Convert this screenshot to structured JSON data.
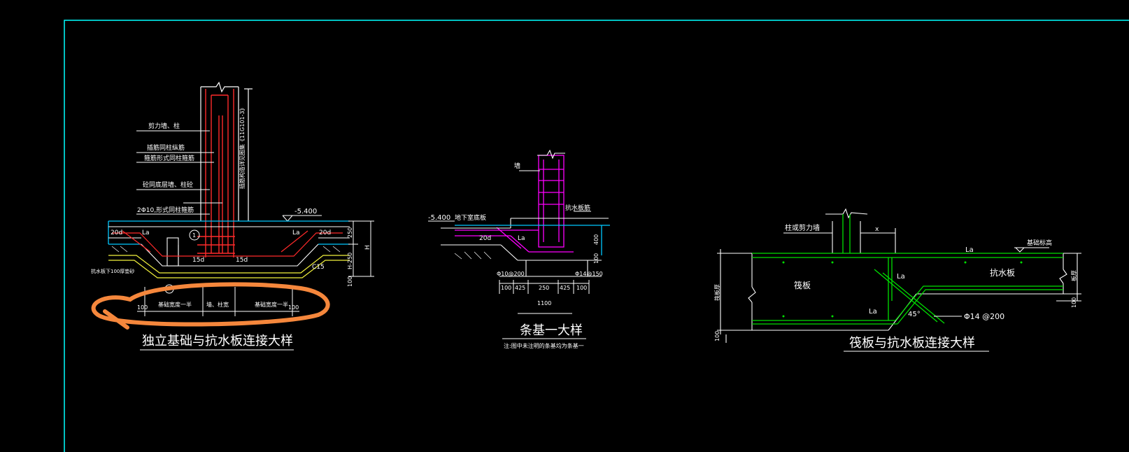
{
  "viewport": {
    "background": "#000000",
    "border_color": "#00ffff"
  },
  "colors": {
    "white": "#ffffff",
    "red": "#ff2a2a",
    "cyan": "#00c8ff",
    "green": "#00e000",
    "magenta": "#ff00ff",
    "yellow": "#f2f23c",
    "highlight": "#f5873c"
  },
  "detail1": {
    "title": "独立基础与抗水板连接大样",
    "labels": {
      "shear_wall": "剪力墙、柱",
      "column_rebar": "插筋同柱纵筋",
      "column_stirrup": "箍筋形式同柱箍筋",
      "vertical_note": "插筋构造详见图集《11G101-3》",
      "wall_base": "砼同底层墙、柱砼",
      "bar_spec": "2Φ10,形式同柱箍筋",
      "elevation": "-5.400",
      "anchor_20d_left": "20d",
      "anchor_la_left": "La",
      "anchor_la_right": "La",
      "anchor_20d_right": "20d",
      "dim_250": "250",
      "dim_h250": "H-250",
      "dim_h": "H",
      "dim_100": "100",
      "anchor_15d_left": "15d",
      "anchor_15d_right": "15d",
      "concrete": "C15",
      "left_note": "抗水板下100厚垫砂",
      "marker": "1",
      "dim_bottom_left": "100",
      "dim_bottom_right": "100",
      "width_left": "基础宽度一半",
      "width_center": "墙、柱宽",
      "width_right": "基础宽度一半"
    }
  },
  "detail2": {
    "title": "条基一大样",
    "note": "注:图中未注明的条基均为条基一",
    "labels": {
      "wall": "墙",
      "elevation": "-5.400",
      "basement_floor": "地下室底板",
      "waterproof": "抗水板筋",
      "anchor_20d": "20d",
      "anchor_la": "La",
      "dim_400": "400",
      "dim_100": "100",
      "bar_left": "Φ10@200",
      "bar_right": "Φ14@150",
      "dims": [
        "100",
        "425",
        "250",
        "425",
        "100"
      ],
      "total": "1100"
    }
  },
  "detail3": {
    "title": "筏板与抗水板连接大样",
    "labels": {
      "column_wall": "柱或剪力墙",
      "x": "x",
      "elevation": "基础标高",
      "raft_depth": "筏板厚",
      "raft": "筏板",
      "la_top": "La",
      "la_mid": "La",
      "la_bottom": "La",
      "waterproof_plate": "抗水板",
      "plate_depth": "板厚",
      "angle": "45°",
      "bar_spec": "Φ14 @200",
      "dim_100_left": "100",
      "dim_100_right": "100"
    }
  }
}
